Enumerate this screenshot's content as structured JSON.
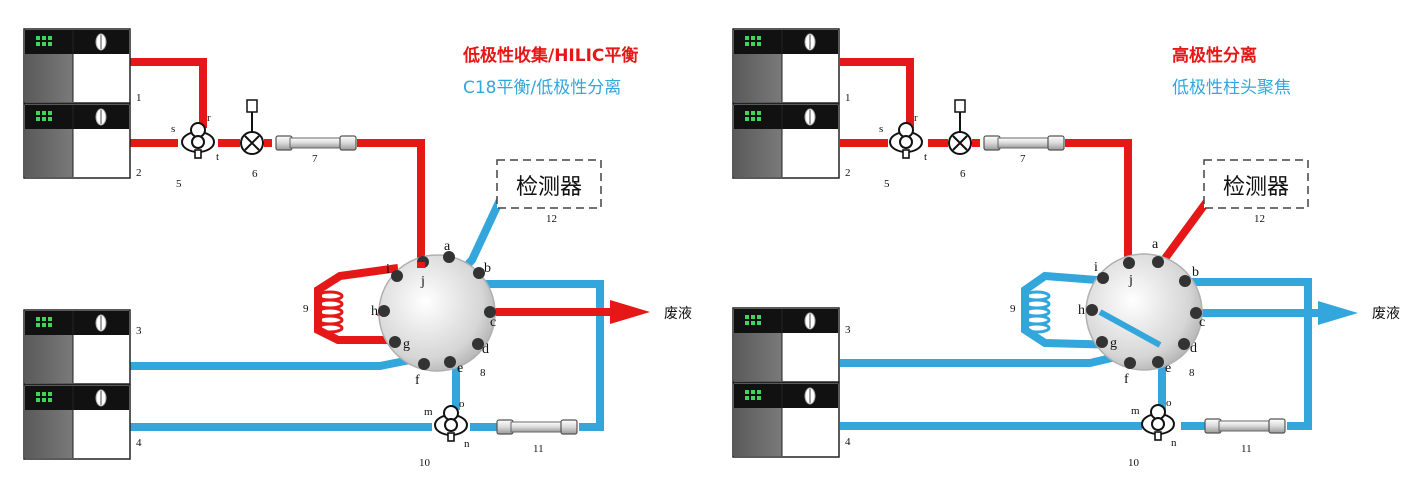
{
  "colors": {
    "red": "#e51717",
    "blue": "#33a7dc",
    "pump_screen": "#0f5c46",
    "pump_green": "#3fd45a"
  },
  "panels": [
    {
      "legend_red": "低极性收集/HILIC平衡",
      "legend_blue": "C18平衡/低极性分离",
      "detector": "检测器",
      "waste": "废液",
      "numbers": {
        "n1": "1",
        "n2": "2",
        "n3": "3",
        "n4": "4",
        "n5": "5",
        "n6": "6",
        "n7": "7",
        "n8": "8",
        "n9": "9",
        "n10": "10",
        "n11": "11",
        "n12": "12"
      },
      "valve_ports": {
        "a": "a",
        "b": "b",
        "c": "c",
        "d": "d",
        "e": "e",
        "f": "f",
        "g": "g",
        "h": "h",
        "i": "i",
        "j": "j"
      },
      "small_ports": {
        "s": "s",
        "r": "r",
        "t": "t",
        "m": "m",
        "o": "o",
        "n": "n"
      }
    },
    {
      "legend_red": "高极性分离",
      "legend_blue": "低极性柱头聚焦",
      "detector": "检测器",
      "waste": "废液",
      "numbers": {
        "n1": "1",
        "n2": "2",
        "n3": "3",
        "n4": "4",
        "n5": "5",
        "n6": "6",
        "n7": "7",
        "n8": "8",
        "n9": "9",
        "n10": "10",
        "n11": "11",
        "n12": "12"
      },
      "valve_ports": {
        "a": "a",
        "b": "b",
        "c": "c",
        "d": "d",
        "e": "e",
        "f": "f",
        "g": "g",
        "h": "h",
        "i": "i",
        "j": "j"
      },
      "small_ports": {
        "s": "s",
        "r": "r",
        "t": "t",
        "m": "m",
        "o": "o",
        "n": "n"
      }
    }
  ]
}
